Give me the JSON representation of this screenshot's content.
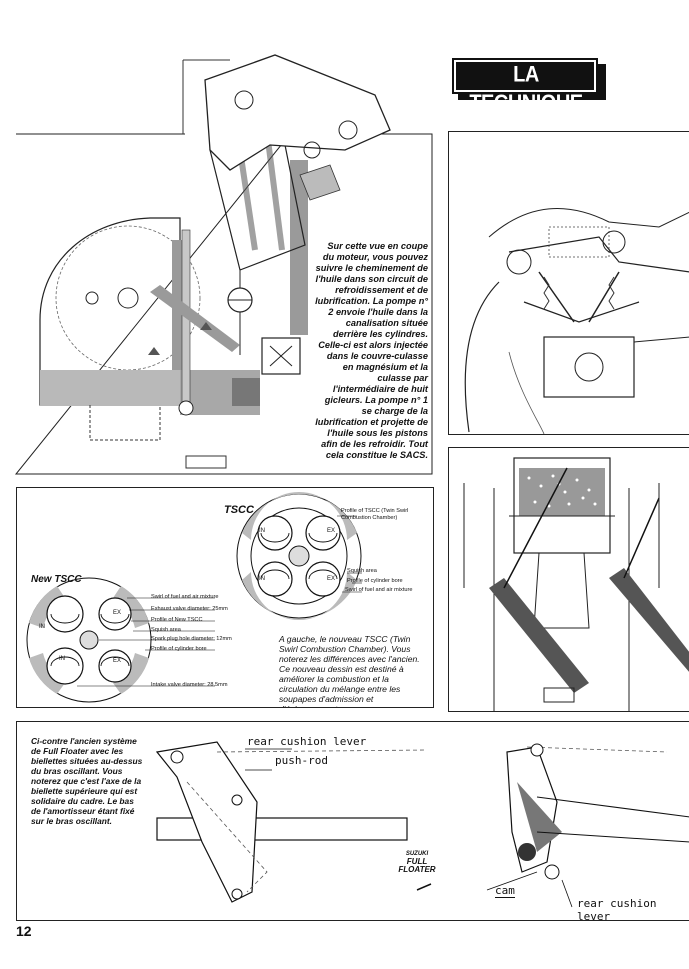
{
  "header": {
    "banner": "LA TECHNIQUE"
  },
  "engine_section": {
    "caption": "Sur cette vue en coupe du moteur, vous pouvez suivre le cheminement de l'huile dans son circuit de refroidissement et de lubrification. La pompe n° 2 envoie l'huile dans la canalisation située derrière les cylindres. Celle-ci est alors injectée dans le couvre-culasse en magnésium et la culasse par l'intermédiaire de huit gicleurs. La pompe n° 1 se charge de la lubrification et projette de l'huile sous les pistons afin de les refroidir. Tout cela constitue le SACS."
  },
  "tscc_section": {
    "old_title": "TSCC",
    "old_labels": {
      "profile": "Profile of TSCC (Twin Swirl Combustion Chamber)",
      "squish": "Squish area",
      "bore": "Profile of cylinder bore",
      "swirl": "Swirl of fuel and air mixture"
    },
    "new_title": "New TSCC",
    "new_labels": {
      "swirl": "Swirl of fuel and air mixture",
      "exhaust": "Exhaust valve diameter: 25mm",
      "profile": "Profile of New TSCC",
      "squish": "Squish area",
      "spark": "Spark plug hole diameter: 12mm",
      "bore": "Profile of cylinder bore",
      "intake": "Intake valve diameter: 28.5mm"
    },
    "port_in": "IN",
    "port_ex": "EX",
    "caption": "A gauche, le nouveau TSCC (Twin Swirl Combustion Chamber). Vous noterez les différences avec l'ancien. Ce nouveau dessin est destiné à améliorer la combustion et la circulation du mélange entre les soupapes d'admission et d'échappement."
  },
  "suspension_section": {
    "caption": "Ci-contre l'ancien système de Full Floater avec les biellettes situées au-dessus du bras oscillant. Vous noterez que c'est l'axe de la biellette supérieure qui est solidaire du cadre. Le bas de l'amortisseur étant fixé sur le bras oscillant.",
    "label_rear_cushion_lever": "rear cushion lever",
    "label_push_rod": "push-rod",
    "label_cam": "cam",
    "label_rear_cushion_lever_2": "rear cushion lever",
    "logo_brand": "SUZUKI",
    "logo_line1": "FULL",
    "logo_line2": "FLOATER"
  },
  "footer": {
    "page_number": "12"
  }
}
